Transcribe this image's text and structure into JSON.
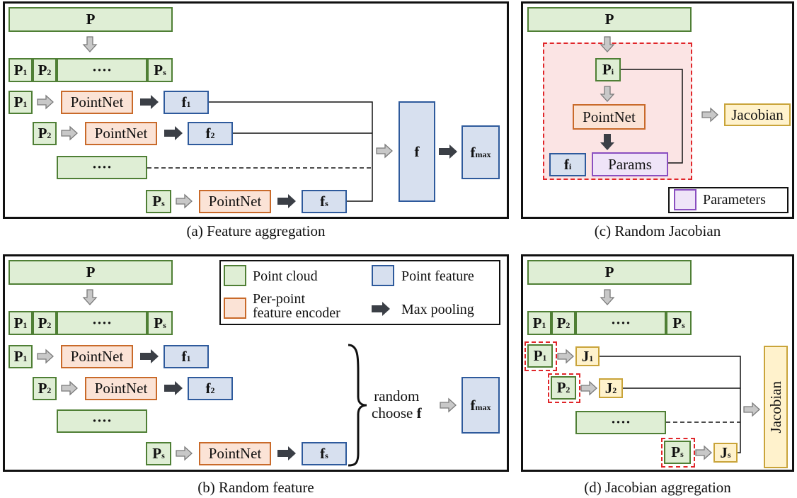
{
  "captions": {
    "a": "(a) Feature aggregation",
    "b": "(b) Random feature",
    "c": "(c) Random Jacobian",
    "d": "(d) Jacobian aggregation"
  },
  "labels": {
    "P": "P",
    "P1": "P",
    "P2": "P",
    "Ps": "P",
    "Pi": "P",
    "dots": "····",
    "pointnet": "PointNet",
    "f": "f",
    "f1": "f",
    "f2": "f",
    "fs": "f",
    "fi": "f",
    "fmax": "f",
    "sub1": "1",
    "sub2": "2",
    "subs": "s",
    "subi": "i",
    "submax": "max",
    "J": "J",
    "jacobian": "Jacobian",
    "params": "Params",
    "parameters": "Parameters",
    "random_choose_line1": "random",
    "random_choose_line2": "choose",
    "random_choose_f": "f"
  },
  "legend": {
    "point_cloud": "Point cloud",
    "point_feature": "Point feature",
    "encoder_line1": "Per-point",
    "encoder_line2": "feature encoder",
    "max_pooling": "Max pooling"
  },
  "colors": {
    "green_fill": "#dfeed5",
    "green_border": "#4f7f35",
    "orange_fill": "#fbe3d6",
    "orange_border": "#c96a2a",
    "blue_fill": "#d7e0ef",
    "blue_border": "#2e5a9c",
    "yellow_fill": "#fff2cc",
    "yellow_border": "#c9a43a",
    "purple_fill": "#efe4f8",
    "purple_border": "#8a4fc0",
    "red_dashed": "#e0262a",
    "pink_region": "#fbe4e4"
  }
}
